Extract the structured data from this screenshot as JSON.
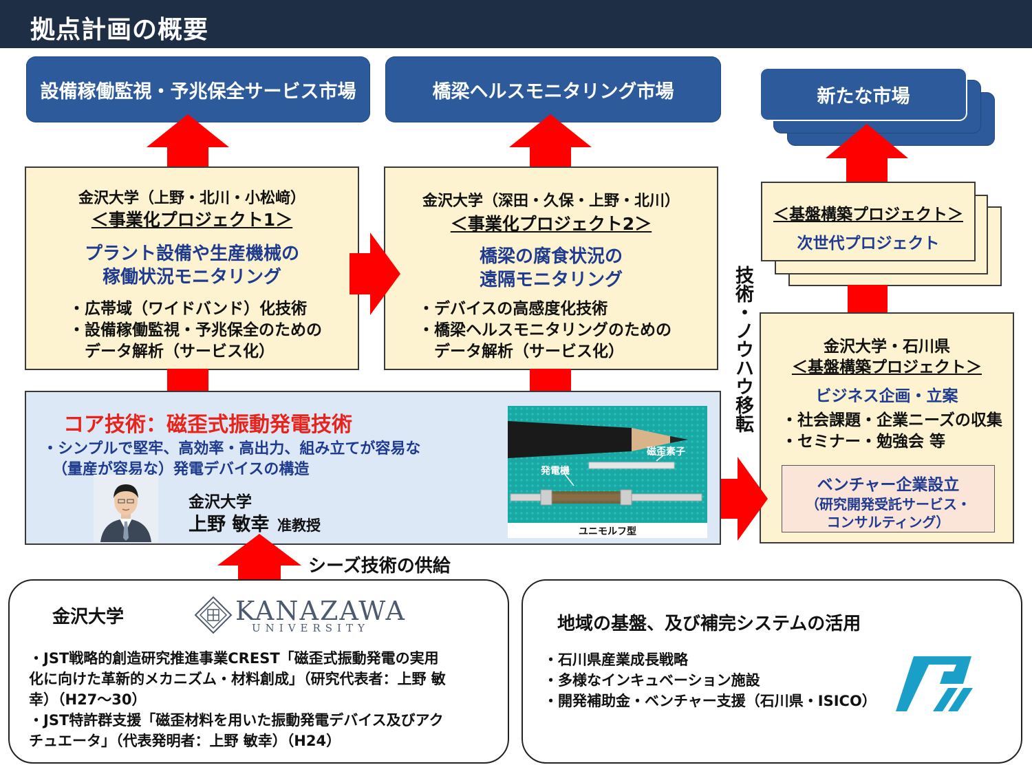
{
  "header": {
    "title": "拠点計画の概要"
  },
  "markets": {
    "m1": "設備稼働監視・予兆保全サービス市場",
    "m2": "橋梁ヘルスモニタリング市場",
    "m3": "新たな市場"
  },
  "project1": {
    "members": "金沢大学（上野・北川・小松﨑）",
    "name": "＜事業化プロジェクト1＞",
    "theme_line1": "プラント設備や生産機械の",
    "theme_line2": "稼働状況モニタリング",
    "bullets_text": "・広帯域（ワイドバンド）化技術\n・設備稼働監視・予兆保全のための\n　データ解析（サービス化）"
  },
  "project2": {
    "members": "金沢大学（深田・久保・上野・北川）",
    "name": "＜事業化プロジェクト2＞",
    "theme_line1": "橋梁の腐食状況の",
    "theme_line2": "遠隔モニタリング",
    "bullets_text": "・デバイスの高感度化技術\n・橋梁ヘルスモニタリングのための\n　データ解析（サービス化）"
  },
  "next_gen": {
    "name": "＜基盤構築プロジェクト＞",
    "sub": "次世代プロジェクト"
  },
  "transfer_label": "技術・ノウハウ移転",
  "base_project": {
    "org": "金沢大学・石川県",
    "name": "＜基盤構築プロジェクト＞",
    "theme": "ビジネス企画・立案",
    "bullets_text": "・社会課題・企業ニーズの収集\n・セミナー・勉強会 等",
    "venture_line1": "ベンチャー企業設立",
    "venture_line2": "（研究開発受託サービス・",
    "venture_line3": "コンサルティング）"
  },
  "core": {
    "title": "コア技術：磁歪式振動発電技術",
    "desc_line1": "・シンプルで堅牢、高効率・高出力、組み立てが容易な",
    "desc_line2": "（量産が容易な）発電デバイスの構造",
    "affiliation": "金沢大学",
    "person_name": "上野 敏幸",
    "person_title": "准教授",
    "photo_label_element": "磁歪素子",
    "photo_label_generator": "発電機",
    "photo_caption": "ユニモルフ型"
  },
  "seeds_label": "シーズ技術の供給",
  "kanazawa": {
    "heading": "金沢大学",
    "logo_main": "KANAZAWA",
    "logo_sub": "UNIVERSITY",
    "body_text": "・JST戦略的創造研究推進事業CREST「磁歪式振動発電の実用\n化に向けた革新的メカニズム・材料創成」（研究代表者：上野 敏\n幸）（H27～30）\n・JST特許群支援「磁歪材料を用いた振動発電デバイス及びアク\nチュエータ」（代表発明者：上野 敏幸）（H24）"
  },
  "region": {
    "heading": "地域の基盤、及び補完システムの活用",
    "body_text": "・石川県産業成長戦略\n・多様なインキュベーション施設\n・開発補助金・ベンチャー支援（石川県・ISICO）"
  },
  "colors": {
    "header_bg": "#1e2f45",
    "market_blue": "#2c5a9a",
    "arrow_red": "#ff0000",
    "box_cream": "#fdf3d0",
    "core_blue": "#dce8f5",
    "navy_text": "#1f3b8f",
    "core_title_red": "#e8231c",
    "venture_pink": "#fbe4d8",
    "isico_logo": "#1aa0c8"
  }
}
